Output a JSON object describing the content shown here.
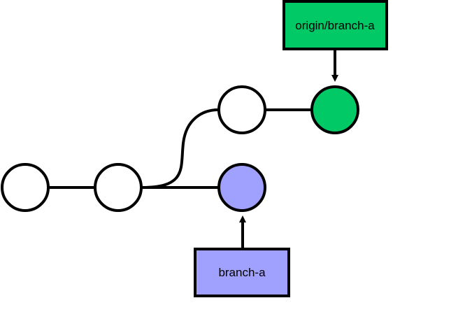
{
  "diagram": {
    "commits": [
      {
        "id": "c1",
        "color": "#ffffff"
      },
      {
        "id": "c2",
        "color": "#ffffff"
      },
      {
        "id": "c3",
        "color": "#ffffff"
      },
      {
        "id": "c4",
        "color": "#00c965"
      },
      {
        "id": "c5",
        "color": "#a0a0ff"
      }
    ],
    "labels": {
      "remote": {
        "text": "origin/branch-a",
        "color": "#00c965",
        "points_to": "c4"
      },
      "local": {
        "text": "branch-a",
        "color": "#a0a0ff",
        "points_to": "c5"
      }
    }
  }
}
